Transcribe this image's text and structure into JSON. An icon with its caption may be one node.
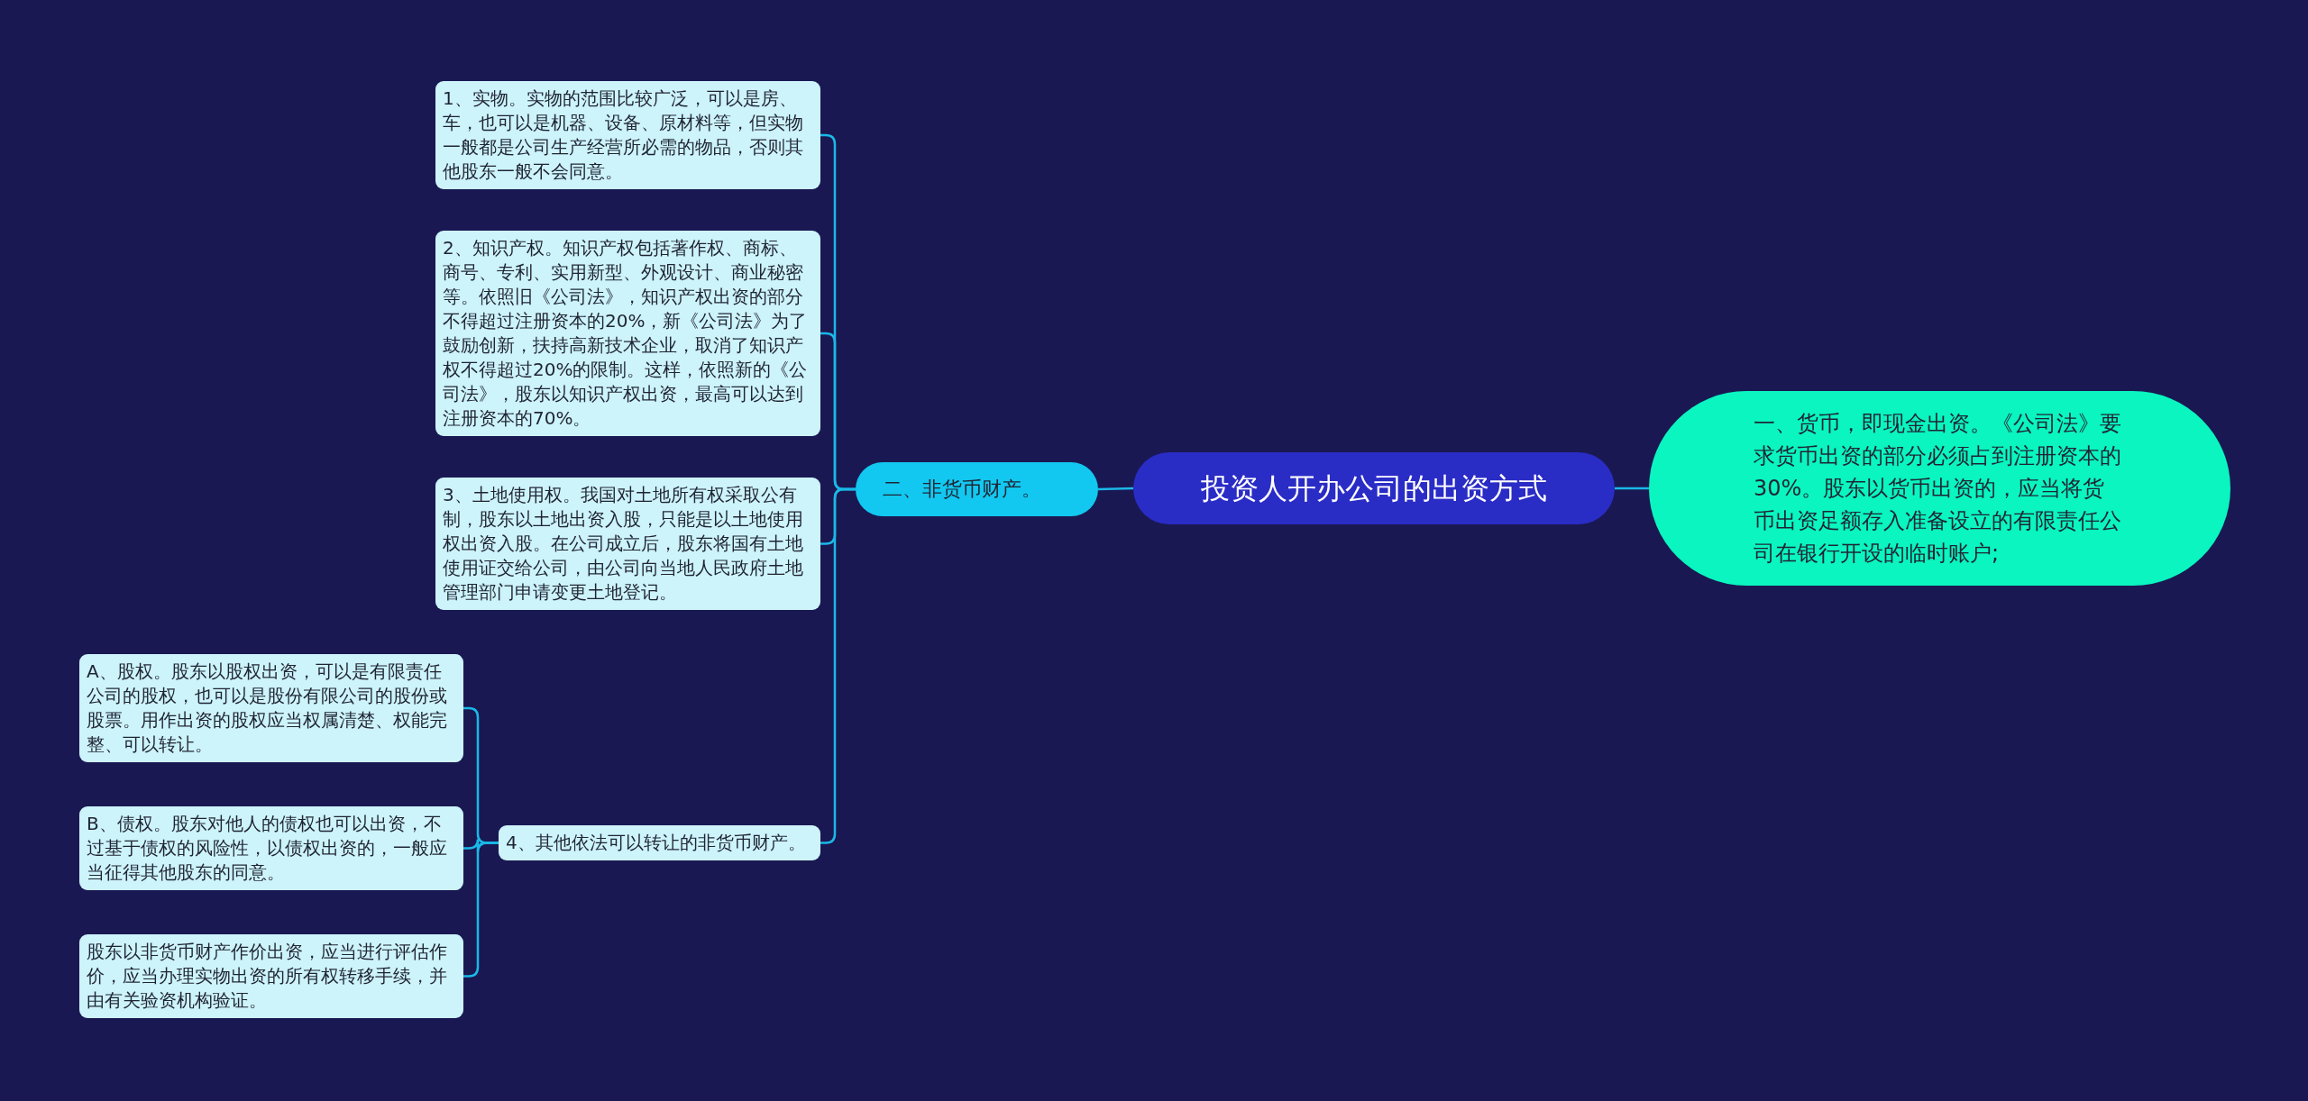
{
  "diagram": {
    "nodes": [
      {
        "text": [
          "投资人开办公司的出资方式"
        ]
      },
      {
        "text": [
          "一、货币，即现金出资。《公司法》要求货币出资的部分必须占到注册资本的30%。股东以货币出资的，应当将货币出资足额存入准备设立的有限责任公司在银行开设的临时账户;"
        ]
      },
      {
        "text": [
          "二、非货币财产。"
        ]
      },
      {
        "text": [
          "1、实物。实物的范围比较广泛，可以是房、车，也可以是机器、设备、原材料等，但实物一般都是公司生产经营所必需的物品，否则其他股东一般不会同意。"
        ]
      },
      {
        "text": [
          "2、知识产权。知识产权包括著作权、商标、商号、专利、实用新型、外观设计、商业秘密等。依照旧《公司法》，知识产权出资的部分不得超过注册资本的20%，新《公司法》为了鼓励创新，扶持高新技术企业，取消了知识产权不得超过20%的限制。这样，依照新的《公司法》，股东以知识产权出资，最高可以达到注册资本的70%。"
        ]
      },
      {
        "text": [
          "3、土地使用权。我国对土地所有权采取公有制，股东以土地出资入股，只能是以土地使用权出资入股。在公司成立后，股东将国有土地使用证交给公司，由公司向当地人民政府土地管理部门申请变更土地登记。"
        ]
      },
      {
        "text": [
          "4、其他依法可以转让的非货币财产。"
        ]
      },
      {
        "text": [
          "A、股权。股东以股权出资，可以是有限责任公司的股权，也可以是股份有限公司的股份或股票。用作出资的股权应当权属清楚、权能完整、可以转让。"
        ]
      },
      {
        "text": [
          "B、债权。股东对他人的债权也可以出资，不过基于债权的风险性，以债权出资的，一般应当征得其他股东的同意。"
        ]
      },
      {
        "text": [
          "股东以非货币财产作价出资，应当进行评估作价，应当办理实物出资的所有权转移手续，并由有关验资机构验证。"
        ]
      }
    ],
    "edges": [
      {
        "from": 0,
        "to": 1,
        "arrow": "none"
      },
      {
        "from": 0,
        "to": 2,
        "arrow": "none"
      },
      {
        "from": 2,
        "to": 3,
        "arrow": "none"
      },
      {
        "from": 2,
        "to": 4,
        "arrow": "none"
      },
      {
        "from": 2,
        "to": 5,
        "arrow": "none"
      },
      {
        "from": 2,
        "to": 6,
        "arrow": "none"
      },
      {
        "from": 6,
        "to": 7,
        "arrow": "none"
      },
      {
        "from": 6,
        "to": 8,
        "arrow": "none"
      },
      {
        "from": 6,
        "to": 9,
        "arrow": "none"
      }
    ]
  }
}
